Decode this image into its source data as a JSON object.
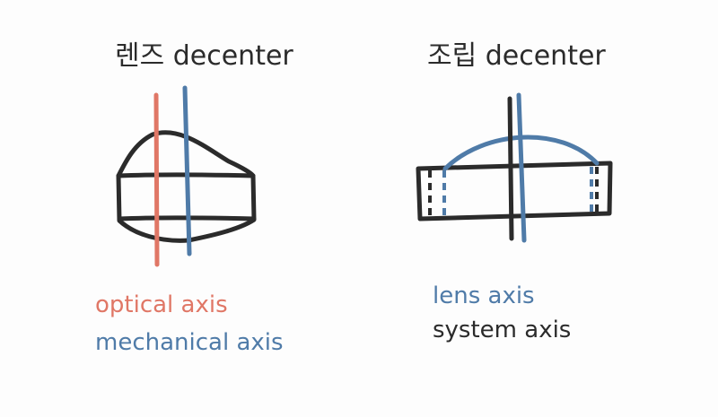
{
  "left_panel": {
    "title": "렌즈 decenter",
    "legend": [
      {
        "label": "optical axis",
        "color": "#e07766"
      },
      {
        "label": "mechanical axis",
        "color": "#4f7ba8"
      }
    ]
  },
  "right_panel": {
    "title": "조립 decenter",
    "legend": [
      {
        "label": "lens axis",
        "color": "#4f7ba8"
      },
      {
        "label": "system axis",
        "color": "#2b2b2b"
      }
    ]
  },
  "colors": {
    "ink": "#2b2b2b",
    "optical": "#e07766",
    "mechanical": "#4f7ba8",
    "background": "#fdfdfd"
  }
}
